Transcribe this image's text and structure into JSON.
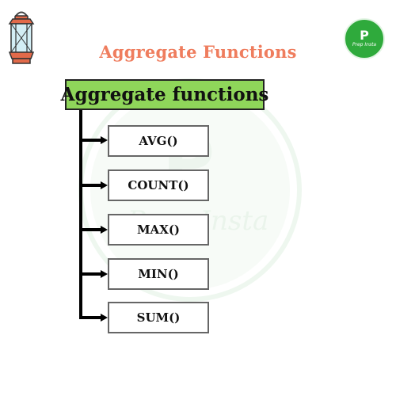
{
  "title": "Aggregate Functions",
  "root_label": "Aggregate functions",
  "children": [
    "AVG()",
    "COUNT()",
    "MAX()",
    "MIN()",
    "SUM()"
  ],
  "brand": {
    "letter": "P",
    "name": "Prep Insta"
  },
  "watermark": {
    "letter": "P",
    "text": "Prep Insta"
  },
  "colors": {
    "title": "#ef7d5e",
    "root_fill": "#8fd65a",
    "brand": "#2faa3c",
    "lantern": "#e26a4a"
  },
  "icons": {
    "top_left": "lantern-icon",
    "top_right": "brand-logo-icon"
  }
}
